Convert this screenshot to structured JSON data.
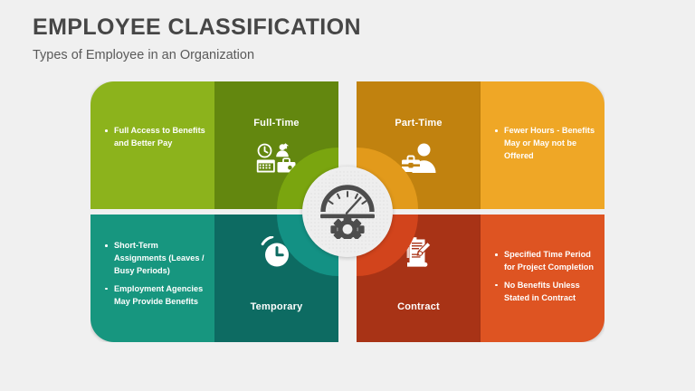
{
  "header": {
    "title": "EMPLOYEE CLASSIFICATION",
    "subtitle": "Types of Employee in an Organization"
  },
  "colors": {
    "background": "#f0f0f0",
    "title_text": "#464646",
    "subtitle_text": "#5a5a5a",
    "hub_fill": "#eeeeee",
    "hub_icon": "#4d4d4d",
    "full_time_light": "#8cb31c",
    "full_time_dark": "#63870f",
    "full_time_arc": "#7aa50f",
    "part_time_light": "#efa726",
    "part_time_dark": "#c1820f",
    "part_time_arc": "#e29a1b",
    "temporary_light": "#17967f",
    "temporary_dark": "#0d6b62",
    "temporary_arc": "#139184",
    "contract_light": "#de5422",
    "contract_dark": "#a83316",
    "contract_arc": "#d2441c"
  },
  "center": {
    "icon": "gauge-gear-icon"
  },
  "quadrants": [
    {
      "key": "full-time",
      "label": "Full-Time",
      "icon": "clock-person-calendar-briefcase-icon",
      "bullets": [
        "Full Access to Benefits and Better Pay"
      ]
    },
    {
      "key": "part-time",
      "label": "Part-Time",
      "icon": "person-briefcase-icon",
      "bullets": [
        "Fewer Hours - Benefits May or May not be Offered"
      ]
    },
    {
      "key": "temporary",
      "label": "Temporary",
      "icon": "alarm-clock-icon",
      "bullets": [
        "Short-Term Assignments (Leaves / Busy Periods)",
        "Employment Agencies May Provide Benefits"
      ]
    },
    {
      "key": "contract",
      "label": "Contract",
      "icon": "contract-scroll-pen-icon",
      "bullets": [
        "Specified Time Period for Project Completion",
        "No Benefits Unless Stated in Contract"
      ]
    }
  ]
}
